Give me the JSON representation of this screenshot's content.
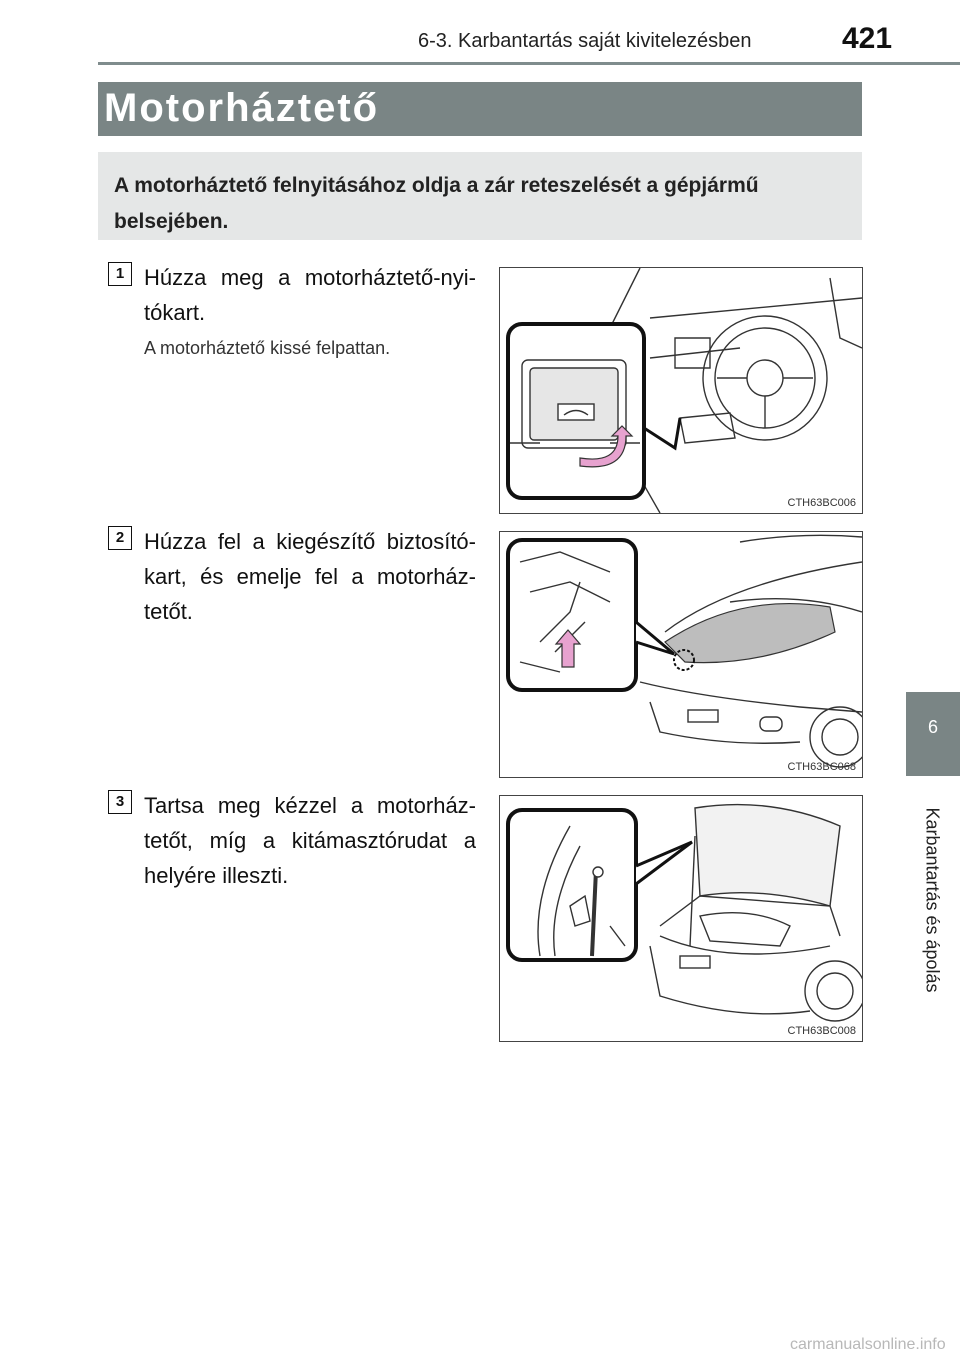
{
  "header": {
    "section": "6-3. Karbantartás saját kivitelezésben",
    "page": "421"
  },
  "side_tab": {
    "number": "6",
    "label": "Karbantartás és ápolás"
  },
  "title": "Motorháztető",
  "intro": "A motorháztető felnyitásához oldja a zár reteszelését a gépjármű belsejében.",
  "steps": [
    {
      "num": "1",
      "text": "Húzza meg a motorháztető-nyi-tókart.",
      "note": "A motorháztető kissé felpattan.",
      "figure_code": "CTH63BC006"
    },
    {
      "num": "2",
      "text": "Húzza fel a kiegészítő biztosító-kart, és emelje fel a motorház-tetőt.",
      "figure_code": "CTH63BC068"
    },
    {
      "num": "3",
      "text": "Tartsa meg kézzel a motorház-tetőt, míg a kitámasztórudat a helyére illeszti.",
      "figure_code": "CTH63BC008"
    }
  ],
  "watermark": "carmanualsonline.info",
  "colors": {
    "title_bar": "#7a8585",
    "intro_bg": "#e5e7e7",
    "arrow_pink": "#e7a2cf"
  }
}
